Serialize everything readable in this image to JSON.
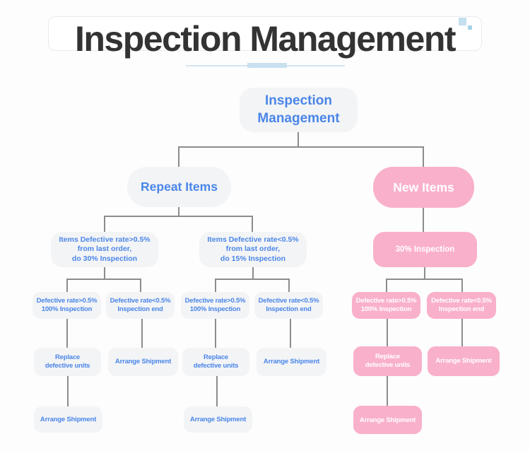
{
  "header": {
    "title": "Inspection Management"
  },
  "decor": {
    "square_large_color": "#c3dff0",
    "square_small_color": "#a5d3e9",
    "underline_color": "#c9e0ef"
  },
  "colors": {
    "node_text_blue": "#4a86e8",
    "node_bg_gray": "#f3f4f6",
    "node_bg_pink": "#f9b0cb",
    "node_text_white": "#ffffff",
    "connector_gray": "#8c8c8c",
    "title_text": "#333333"
  },
  "nodes": {
    "root": [
      "Inspection",
      "Management"
    ],
    "repeat_items": [
      "Repeat Items"
    ],
    "new_items": [
      "New Items"
    ],
    "repeat_high": [
      "Items Defective rate>0.5%",
      "from last order,",
      "do 30% Inspection"
    ],
    "repeat_low": [
      "Items Defective rate<0.5%",
      "from last order,",
      "do 15% Inspection"
    ],
    "new_inspection": [
      "30% Inspection"
    ],
    "rh_defect_high": [
      "Defective rate>0.5%",
      "100% Inspection"
    ],
    "rh_defect_low": [
      "Defective rate<0.5%",
      "Inspection end"
    ],
    "rl_defect_high": [
      "Defective rate>0.5%",
      "100% Inspection"
    ],
    "rl_defect_low": [
      "Defective rate<0.5%",
      "Inspection end"
    ],
    "n_defect_high": [
      "Defective rate>0.5%",
      "100% Inspection"
    ],
    "n_defect_low": [
      "Defective rate<0.5%",
      "Inspection end"
    ],
    "rh_replace": [
      "Replace",
      "defective units"
    ],
    "rh_ship": [
      "Arrange Shipment"
    ],
    "rl_replace": [
      "Replace",
      "defective units"
    ],
    "rl_ship": [
      "Arrange Shipment"
    ],
    "n_replace": [
      "Replace",
      "defective units"
    ],
    "n_ship": [
      "Arrange Shipment"
    ],
    "rh_ship_final": [
      "Arrange Shipment"
    ],
    "rl_ship_final": [
      "Arrange Shipment"
    ],
    "n_ship_final": [
      "Arrange Shipment"
    ]
  }
}
